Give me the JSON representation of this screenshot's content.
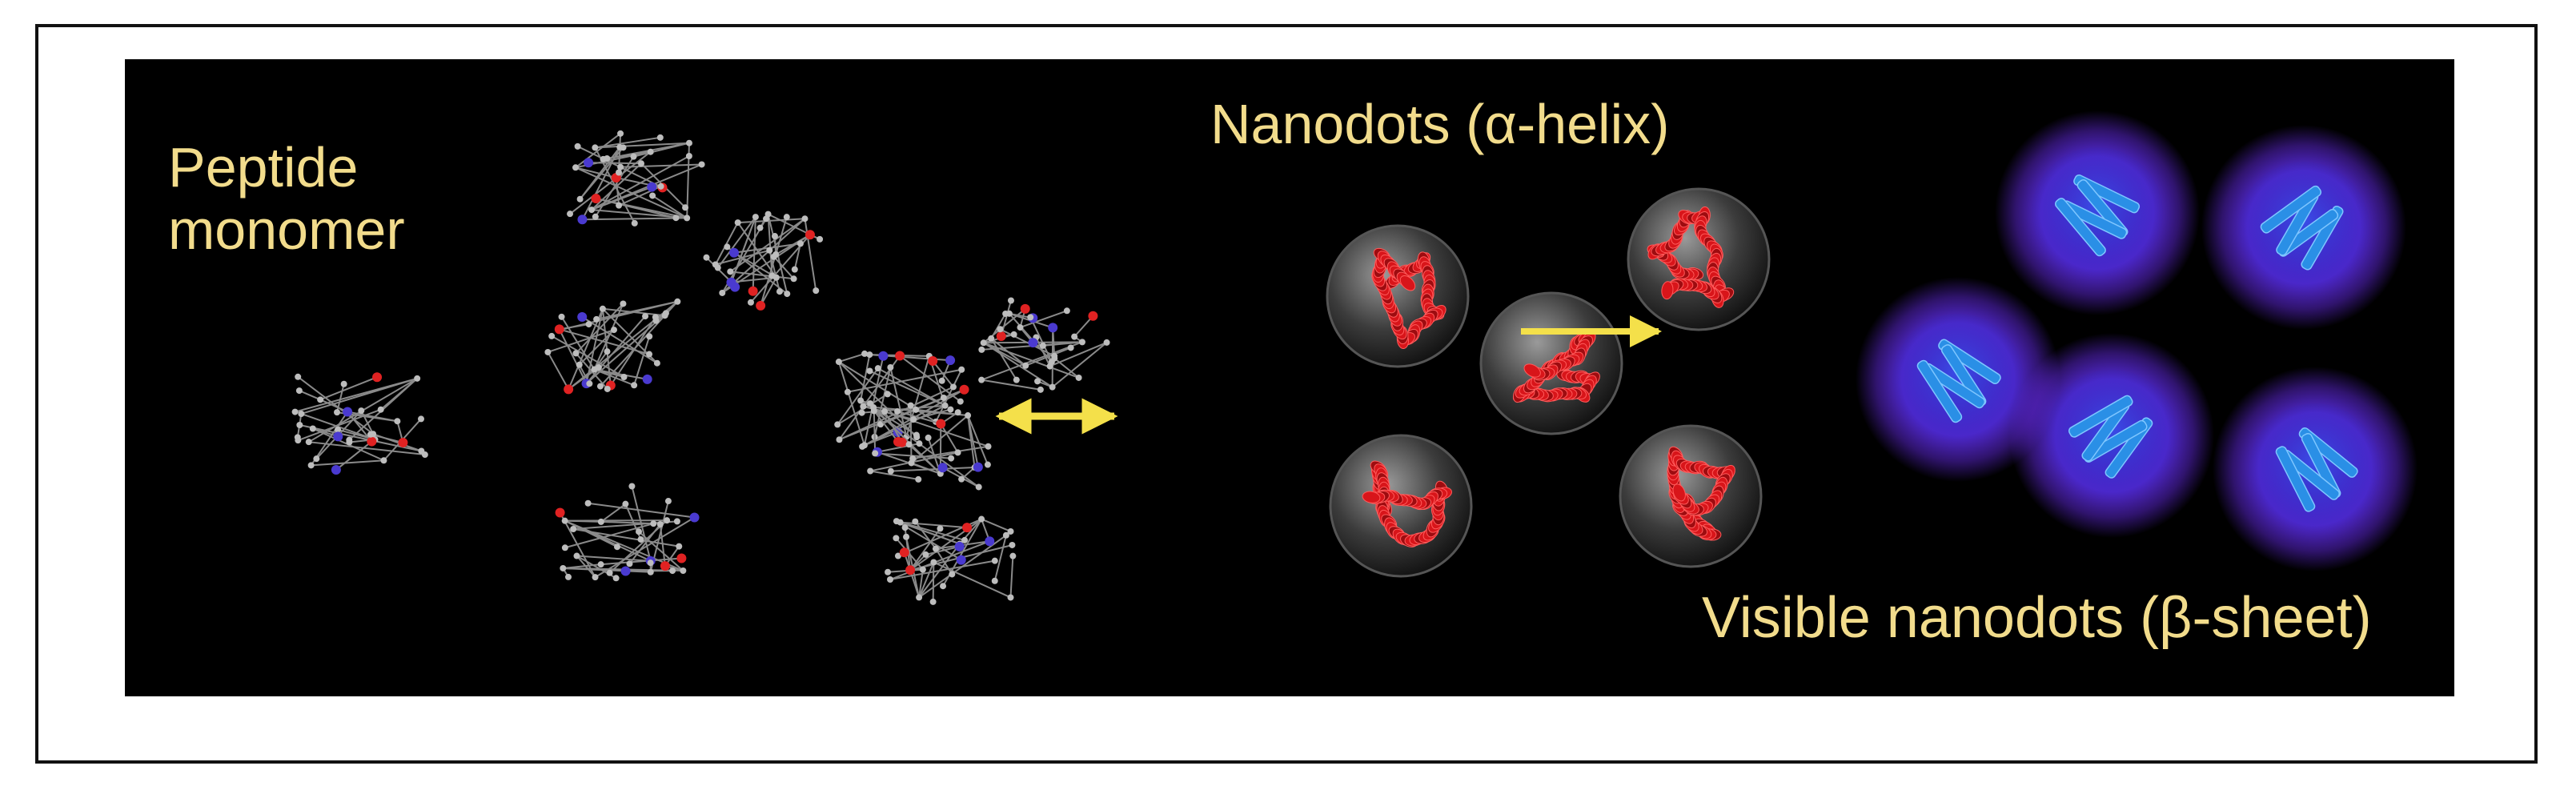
{
  "labels": {
    "monomer_line1": "Peptide",
    "monomer_line2": "monomer",
    "helix": "Nanodots (α-helix)",
    "sheet": "Visible nanodots (β-sheet)"
  },
  "counts": {
    "peptide_monomers": 9,
    "helix_nanodots": 5,
    "sheet_nanodots": 5
  },
  "colors": {
    "background": "#000000",
    "label": "#f2dc8c",
    "arrow": "#f4e04a",
    "helix": "#d8151a",
    "sheet_glow": "#6a2cf2",
    "sheet_strand": "#2a8fe6",
    "atom_carbon": "#bdbdbd",
    "atom_oxygen": "#e02222",
    "atom_nitrogen": "#4a3ad0"
  },
  "icons": {
    "reversible_arrow": "double-headed-arrow-icon",
    "forward_arrow": "right-arrow-icon"
  }
}
